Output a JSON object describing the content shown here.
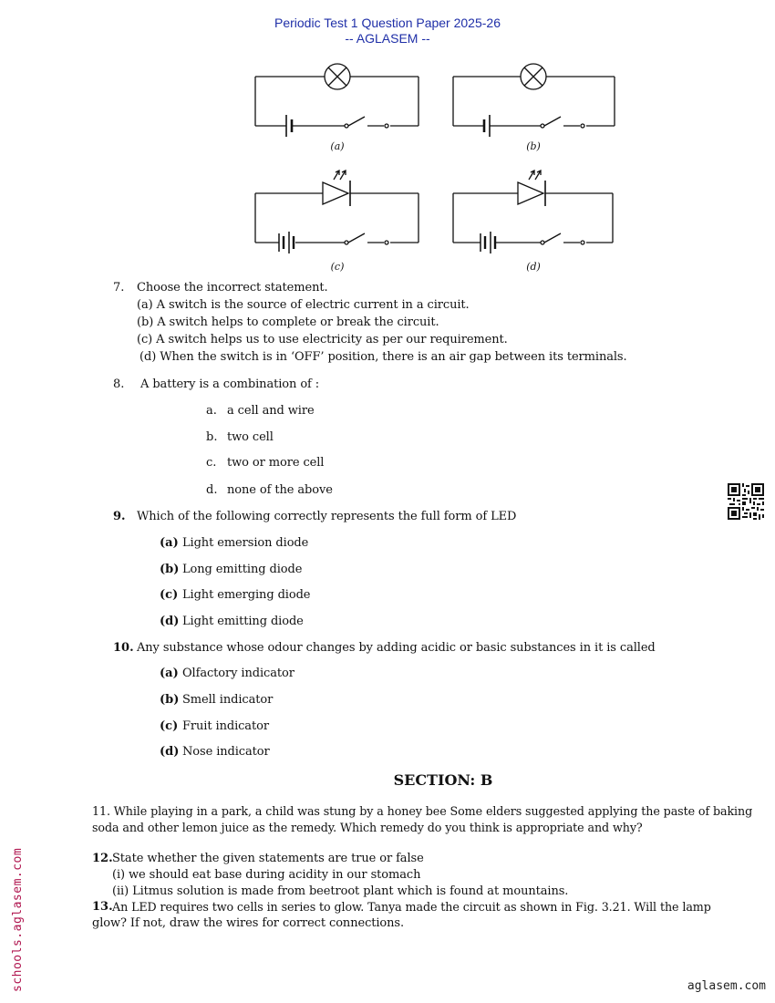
{
  "header": {
    "line1": "Periodic Test 1 Question Paper 2025-26",
    "line2": "-- AGLASEM --"
  },
  "figures": {
    "captions": [
      "(a)",
      "(b)",
      "(c)",
      "(d)"
    ],
    "symbols": [
      "bulb-icon",
      "led-icon",
      "cell-icon",
      "battery-icon",
      "switch-icon"
    ]
  },
  "q7": {
    "number": "7.",
    "text": "Choose the incorrect statement.",
    "options": [
      "(a) A switch is the source of electric current in a circuit.",
      "(b) A switch helps to complete or break the circuit.",
      "(c) A switch helps us to use electricity as per our requirement.",
      "(d) When the switch is in ‘OFF’ position, there is an air gap between its terminals."
    ]
  },
  "q8": {
    "number": "8.",
    "text": "A battery is a combination of :",
    "options": [
      {
        "label": "a.",
        "text": "a cell and wire"
      },
      {
        "label": "b.",
        "text": "two cell"
      },
      {
        "label": "c.",
        "text": "two or more cell"
      },
      {
        "label": "d.",
        "text": "none of the above"
      }
    ]
  },
  "q9": {
    "number": "9.",
    "text": "Which of the following correctly represents the full form of LED",
    "options": [
      {
        "label": "(a)",
        "text": "Light emersion diode"
      },
      {
        "label": "(b)",
        "text": "Long emitting diode"
      },
      {
        "label": "(c)",
        "text": "Light emerging diode"
      },
      {
        "label": "(d)",
        "text": "Light emitting diode"
      }
    ]
  },
  "q10": {
    "number": "10.",
    "text": "Any substance whose odour changes by adding acidic or basic substances in it is called",
    "options": [
      {
        "label": "(a)",
        "text": "Olfactory indicator"
      },
      {
        "label": "(b)",
        "text": "Smell indicator"
      },
      {
        "label": "(c)",
        "text": "Fruit indicator"
      },
      {
        "label": "(d)",
        "text": "Nose indicator"
      }
    ]
  },
  "section_b": {
    "title": "SECTION: B"
  },
  "q11": {
    "line1": "11. While playing in a park, a child was stung by a honey bee Some elders suggested applying the paste of baking",
    "line2": "soda and other lemon juice as the remedy. Which remedy do you think is appropriate and why?"
  },
  "q12": {
    "number": "12.",
    "text": "State whether the given statements are true or false",
    "items": [
      "(i) we should eat base during acidity in our stomach",
      "(ii) Litmus solution is made from beetroot plant which is found at mountains."
    ]
  },
  "q13": {
    "number": "13.",
    "line1": "An LED requires two cells in series to glow. Tanya made the circuit as shown in Fig. 3.21. Will the lamp",
    "line2": "glow? If not, draw the wires for correct connections."
  },
  "watermark": {
    "side_text": "schools.aglasem.com",
    "footer_text": "aglasem.com",
    "qr": "qr-code-icon"
  },
  "colors": {
    "header_blue": "#1f2fa8",
    "side_text": "#b0154f"
  }
}
